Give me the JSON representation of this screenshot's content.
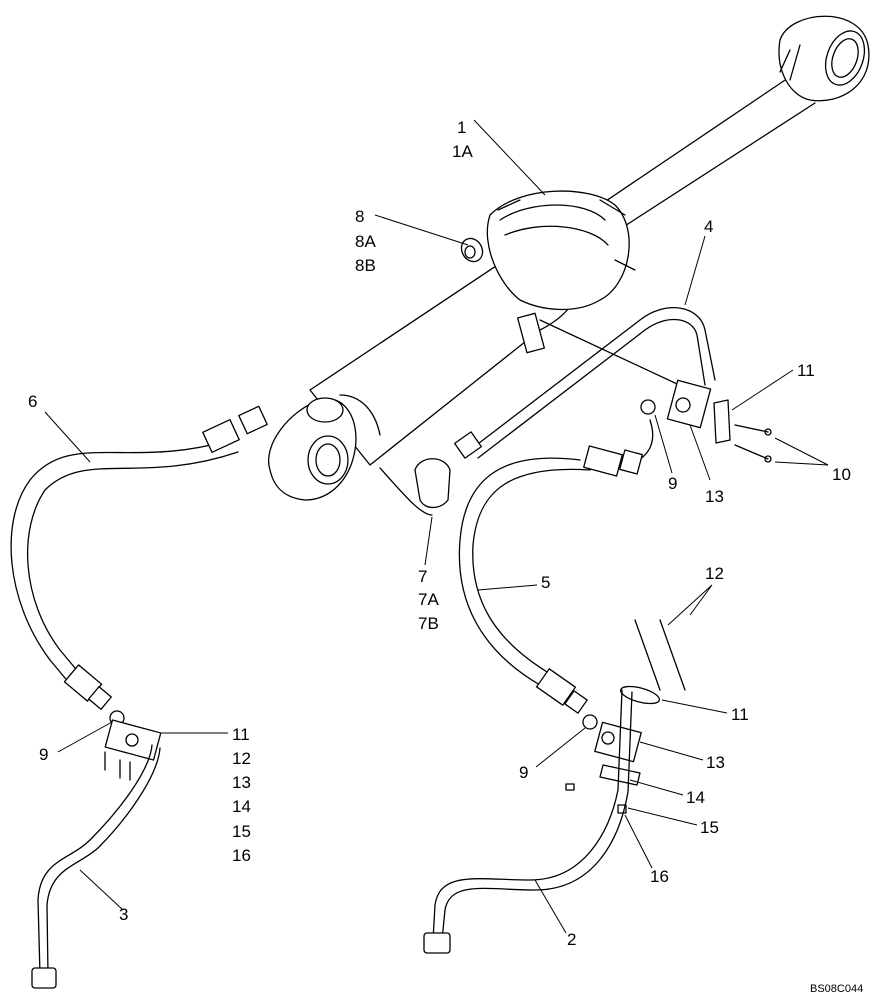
{
  "drawing_ref": "BS08C044",
  "callouts": [
    {
      "key": "c1",
      "lines": [
        "1",
        "1A"
      ]
    },
    {
      "key": "c8",
      "lines": [
        "8",
        "8A",
        "8B"
      ]
    },
    {
      "key": "c4",
      "lines": [
        "4"
      ]
    },
    {
      "key": "c6",
      "lines": [
        "6"
      ]
    },
    {
      "key": "c11a",
      "lines": [
        "11"
      ]
    },
    {
      "key": "c10",
      "lines": [
        "10"
      ]
    },
    {
      "key": "c9a",
      "lines": [
        "9"
      ]
    },
    {
      "key": "c13a",
      "lines": [
        "13"
      ]
    },
    {
      "key": "c7",
      "lines": [
        "7",
        "7A",
        "7B"
      ]
    },
    {
      "key": "c5",
      "lines": [
        "5"
      ]
    },
    {
      "key": "c12",
      "lines": [
        "12"
      ]
    },
    {
      "key": "c11b",
      "lines": [
        "11"
      ]
    },
    {
      "key": "c9b",
      "lines": [
        "9"
      ]
    },
    {
      "key": "c13b",
      "lines": [
        "13"
      ]
    },
    {
      "key": "c14",
      "lines": [
        "14"
      ]
    },
    {
      "key": "c15",
      "lines": [
        "15"
      ]
    },
    {
      "key": "c16",
      "lines": [
        "16"
      ]
    },
    {
      "key": "c2",
      "lines": [
        "2"
      ]
    },
    {
      "key": "c3",
      "lines": [
        "3"
      ]
    },
    {
      "key": "c9c",
      "lines": [
        "9"
      ]
    },
    {
      "key": "cgroup",
      "lines": [
        "11",
        "12",
        "13",
        "14",
        "15",
        "16"
      ]
    }
  ]
}
